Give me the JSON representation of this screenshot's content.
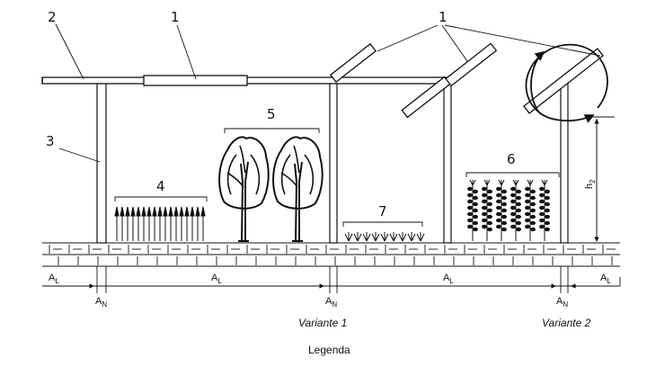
{
  "markers": {
    "m1_main": "1",
    "m1_panels": "1",
    "m2": "2",
    "m3": "3",
    "m4": "4",
    "m5": "5",
    "m6": "6",
    "m7": "7"
  },
  "dimensions": {
    "al_left": "A",
    "al_mid1": "A",
    "al_mid2": "A",
    "al_right": "A",
    "al_sub": "L",
    "an_1": "A",
    "an_2": "A",
    "an_3": "A",
    "an_sub": "N",
    "h2": "h",
    "h2_sub": "2"
  },
  "captions": {
    "variant1": "Variante 1",
    "variant2": "Variante 2",
    "legend": "Legenda"
  }
}
